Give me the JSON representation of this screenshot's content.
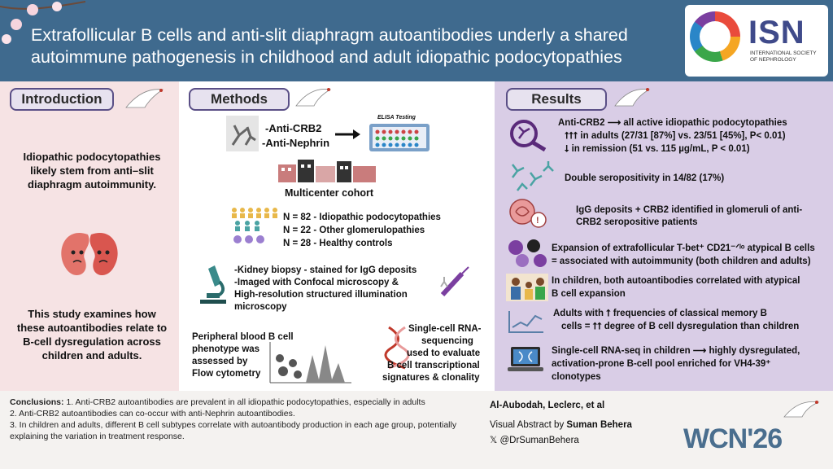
{
  "header": {
    "title_line1": "Extrafollicular B cells and anti-slit diaphragm autoantibodies underly a shared",
    "title_line2": "autoimmune pathogenesis in childhood and adult idiopathic podocytopathies",
    "logo_text": "ISN",
    "logo_subtext": "INTERNATIONAL SOCIETY OF NEPHROLOGY",
    "colors": {
      "band": "#3f6a8e",
      "accent": "#3f4a8a"
    }
  },
  "introduction": {
    "label": "Introduction",
    "text1": "Idiopathic podocytopathies likely stem from anti–slit diaphragm autoimmunity.",
    "text2": "This study examines how these autoantibodies relate to B-cell dysregulation across children and adults.",
    "icon": "kidneys-icon"
  },
  "methods": {
    "label": "Methods",
    "antibody1": "-Anti-CRB2",
    "antibody2": "-Anti-Nephrin",
    "elisa": "ELISA Testing",
    "cohort": "Multicenter cohort",
    "cohort_rows": [
      "N = 82 - Idiopathic podocytopathies",
      "N = 22 - Other glomerulopathies",
      "N = 28 - Healthy controls"
    ],
    "biopsy_lines": [
      "-Kidney biopsy - stained for IgG deposits",
      "-Imaged with Confocal microscopy &",
      "High-resolution structured illumination",
      "microscopy"
    ],
    "flow_lines": [
      "Peripheral blood B cell",
      "phenotype was",
      "assessed by",
      "Flow cytometry"
    ],
    "rnaseq_lines": [
      "Single-cell RNA-",
      "sequencing",
      "used to evaluate",
      "B cell transcriptional",
      "signatures & clonality"
    ]
  },
  "results": {
    "label": "Results",
    "r1_lines": [
      "Anti-CRB2 ⟶  all active idiopathic podocytopathies",
      "⭡⭡⭡ in adults (27/31 [87%] vs. 23/51 [45%], P< 0.01)",
      "⭣ in remission (51 vs. 115 µg/mL, P < 0.01)"
    ],
    "r2": "Double seropositivity in 14/82 (17%)",
    "r3_lines": [
      "IgG deposits + CRB2 identified in glomeruli of anti-",
      "CRB2 seropositive patients"
    ],
    "r4_lines": [
      "Expansion of extrafollicular T-bet⁺ CD21⁻ᐟˡᵒ atypical B cells",
      "= associated with autoimmunity (both children and adults)"
    ],
    "r5_lines": [
      "In children, both autoantibodies correlated with atypical",
      "B cell expansion"
    ],
    "r6_lines": [
      "Adults with ⭡ frequencies of classical memory B",
      "cells = ⭡⭡ degree of B cell dysregulation than  children"
    ],
    "r7_lines": [
      "Single-cell RNA-seq in children ⟶   highly dysregulated,",
      "activation-prone B-cell pool enriched for VH4-39⁺",
      "clonotypes"
    ]
  },
  "footer": {
    "conclusions_label": "Conclusions:",
    "c1": " 1. Anti-CRB2 autoantibodies are prevalent in all idiopathic podocytopathies, especially in adults",
    "c2": "2.  Anti-CRB2 autoantibodies can co-occur with anti-Nephrin autoantibodies.",
    "c3": "3. In children and adults, different B cell subtypes correlate with autoantibody production in each age group,  potentially explaining the variation in treatment response.",
    "authors": "Al-Aubodah, Leclerc, et al",
    "visual_abstract_prefix": "Visual Abstract by ",
    "visual_abstract_name": "Suman Behera",
    "handle": "𝕏 @DrSumanBehera",
    "wcn": "WCN'26"
  }
}
